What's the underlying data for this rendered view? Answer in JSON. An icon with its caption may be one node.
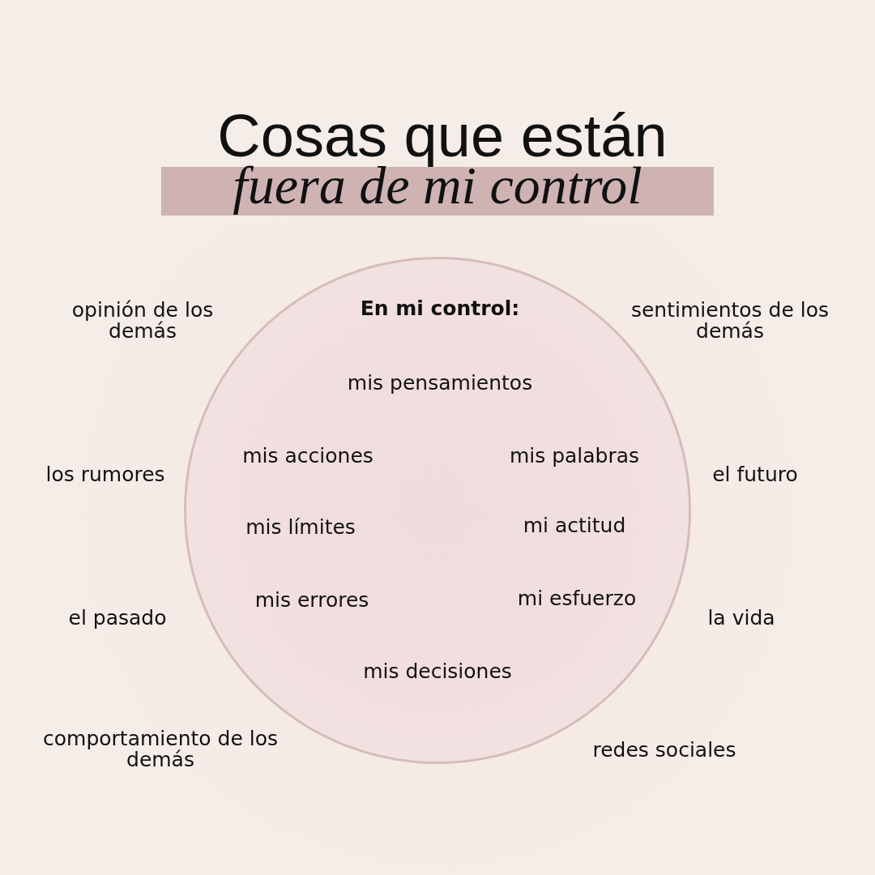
{
  "diagram": {
    "title": "Cosas que están",
    "nodes": [
      {
        "text": [
          "fuera de mi control"
        ]
      },
      {
        "text": [
          "En mi control:",
          "mis pensamientos",
          "mis acciones",
          "mis palabras",
          "mis límites",
          "mi actitud",
          "mis errores",
          "mi esfuerzo",
          "mis decisiones"
        ]
      }
    ],
    "labels": [
      "opinión de los demás",
      "sentimientos de los demás",
      "los rumores",
      "el futuro",
      "el pasado",
      "la vida",
      "comportamiento de los demás",
      "redes sociales"
    ]
  }
}
